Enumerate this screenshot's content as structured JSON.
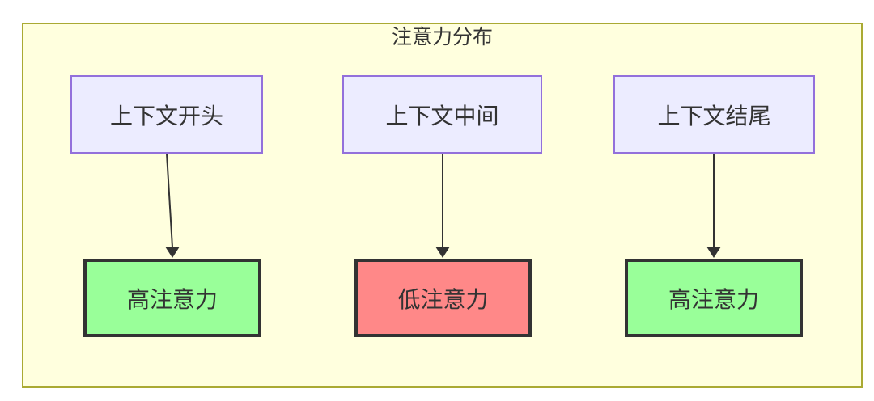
{
  "diagram": {
    "title": "注意力分布",
    "top_nodes": [
      {
        "id": "context-start",
        "label": "上下文开头"
      },
      {
        "id": "context-middle",
        "label": "上下文中间"
      },
      {
        "id": "context-end",
        "label": "上下文结尾"
      }
    ],
    "bottom_nodes": [
      {
        "id": "high-attention-1",
        "label": "高注意力",
        "level": "high"
      },
      {
        "id": "low-attention",
        "label": "低注意力",
        "level": "low"
      },
      {
        "id": "high-attention-2",
        "label": "高注意力",
        "level": "high"
      }
    ],
    "edges": [
      {
        "from": "context-start",
        "to": "high-attention-1"
      },
      {
        "from": "context-middle",
        "to": "low-attention"
      },
      {
        "from": "context-end",
        "to": "high-attention-2"
      }
    ]
  },
  "colors": {
    "container_fill": "#FFFFDE",
    "container_border": "#AAAA33",
    "top_node_fill": "#ECECFF",
    "top_node_border": "#9370DB",
    "high_attention_fill": "#99FF99",
    "low_attention_fill": "#FF8888",
    "bottom_node_border": "#333333",
    "text": "#333333",
    "arrow": "#333333"
  }
}
